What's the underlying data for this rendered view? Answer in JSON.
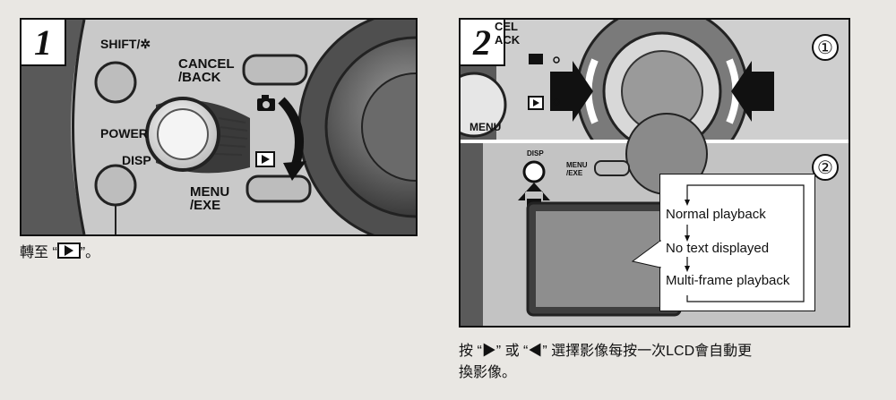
{
  "step1": {
    "number": "1",
    "labels": {
      "shift": "SHIFT/",
      "cancel_back": "CANCEL\n/BACK",
      "power": "POWER",
      "disp": "DISP",
      "menu_exe": "MENU\n/EXE"
    },
    "caption_prefix": "轉至 “",
    "caption_suffix": "”。"
  },
  "step2": {
    "number": "2",
    "labels": {
      "cancel_back_partial": "CEL\nACK",
      "menu": "MENU",
      "disp": "DISP",
      "menu_exe": "MENU\n/EXE"
    },
    "sub1": "①",
    "sub2": "②",
    "modes": [
      "Normal playback",
      "No text displayed",
      "Multi-frame playback"
    ],
    "caption_line1_a": "按 “",
    "caption_line1_b": "” 或 “",
    "caption_line1_c": "” 選擇影像每按一次LCD會自動更",
    "caption_line2": "換影像。"
  },
  "colors": {
    "camera_body": "#5d5d5d",
    "background": "#e9e7e3"
  }
}
